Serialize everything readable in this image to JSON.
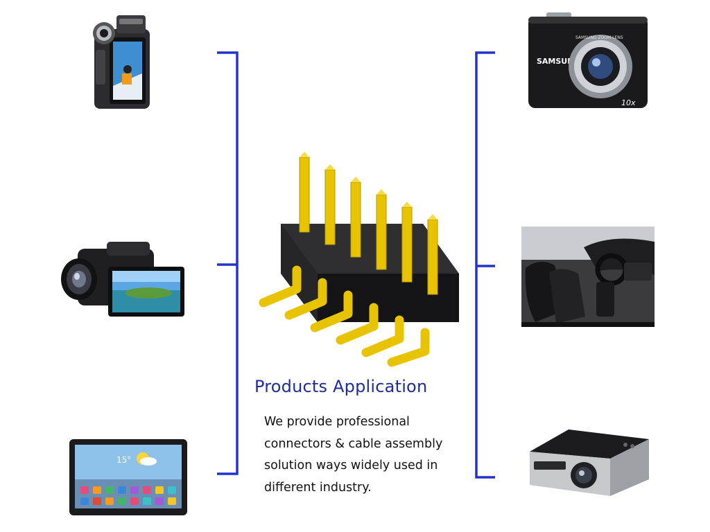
{
  "heading": "Products Application",
  "description": [
    "We provide professional",
    "connectors & cable assembly",
    "solution ways widely used in",
    "different industry."
  ],
  "devices": {
    "camera_brand": "SAMSUNG",
    "lens_text": "SAMSUNG ZOOM LENS",
    "zoom_badge": "10x",
    "tablet_temperature": "15°"
  },
  "colors": {
    "bracket": "#2233cc",
    "heading": "#1f2c9c",
    "pin_gold": "#e8c400",
    "connector_body": "#2b2b2b"
  },
  "icons": [
    "video-camcorder",
    "digital-camera",
    "handycam",
    "car-interior",
    "tablet",
    "projector"
  ]
}
